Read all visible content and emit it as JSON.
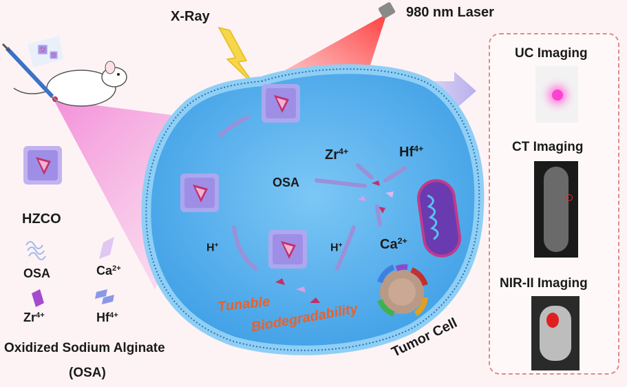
{
  "labels": {
    "xray": "X-Ray",
    "laser": "980 nm Laser",
    "hzco": "HZCO",
    "osa_legend": "OSA",
    "ca_legend": "Ca",
    "zr_legend": "Zr",
    "hf_legend": "Hf",
    "ion_ca": "2+",
    "ion_4": "4+",
    "osa_full": "Oxidized Sodium Alginate",
    "osa_abbr": "(OSA)",
    "cell_osa": "OSA",
    "cell_zr": "Zr",
    "cell_hf": "Hf",
    "cell_ca": "Ca",
    "hplus_left": "H",
    "hplus_right": "H",
    "plus": "+",
    "tunable": "Tunable",
    "biodegradability": "Biodegradability",
    "tumor_cell": "Tumor Cell"
  },
  "panel": {
    "uc": "UC Imaging",
    "ct": "CT Imaging",
    "nir": "NIR-II Imaging"
  },
  "colors": {
    "cell_fill": "#5ab4f0",
    "membrane": "#7ec3f2",
    "laser": "#ff3b3b",
    "xray_bolt": "#f6d64a",
    "accent_text": "#e8612c",
    "panel_border": "#e08a8a"
  }
}
